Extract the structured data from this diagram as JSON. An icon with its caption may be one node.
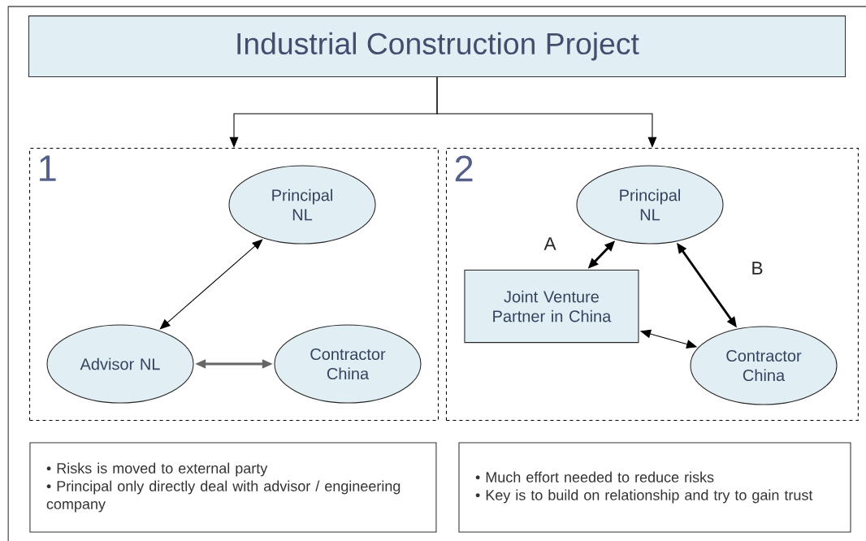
{
  "diagram": {
    "nodes": [
      {
        "text": [
          "Industrial Construction Project"
        ]
      },
      {
        "text": [
          "1"
        ]
      },
      {
        "text": [
          "Principal NL"
        ],
        "in": 1
      },
      {
        "text": [
          "Advisor NL"
        ],
        "in": 1
      },
      {
        "text": [
          "Contractor China"
        ],
        "in": 1
      },
      {
        "text": [
          "2"
        ]
      },
      {
        "text": [
          "Principal NL"
        ],
        "in": 5
      },
      {
        "text": [
          "Joint Venture Partner in China"
        ],
        "in": 5
      },
      {
        "text": [
          "Contractor China"
        ],
        "in": 5
      },
      {
        "text": [
          "• Risks is moved to external party",
          "• Principal only directly deal with advisor / engineering company"
        ]
      },
      {
        "text": [
          "• Much effort needed to reduce risks",
          "• Key is to build on relationship and try to gain trust"
        ]
      }
    ],
    "edges": [
      {
        "from": 0,
        "to": 1,
        "arrow": "to"
      },
      {
        "from": 0,
        "to": 5,
        "arrow": "to"
      },
      {
        "from": 2,
        "to": 3,
        "arrow": "both"
      },
      {
        "from": 3,
        "to": 4,
        "arrow": "both",
        "style": "thick",
        "color": "#666666"
      },
      {
        "from": 6,
        "to": 7,
        "arrow": "both",
        "style": "thick",
        "label": "A"
      },
      {
        "from": 6,
        "to": 8,
        "arrow": "both",
        "style": "thick",
        "label": "B"
      },
      {
        "from": 7,
        "to": 8,
        "arrow": "both"
      }
    ]
  }
}
